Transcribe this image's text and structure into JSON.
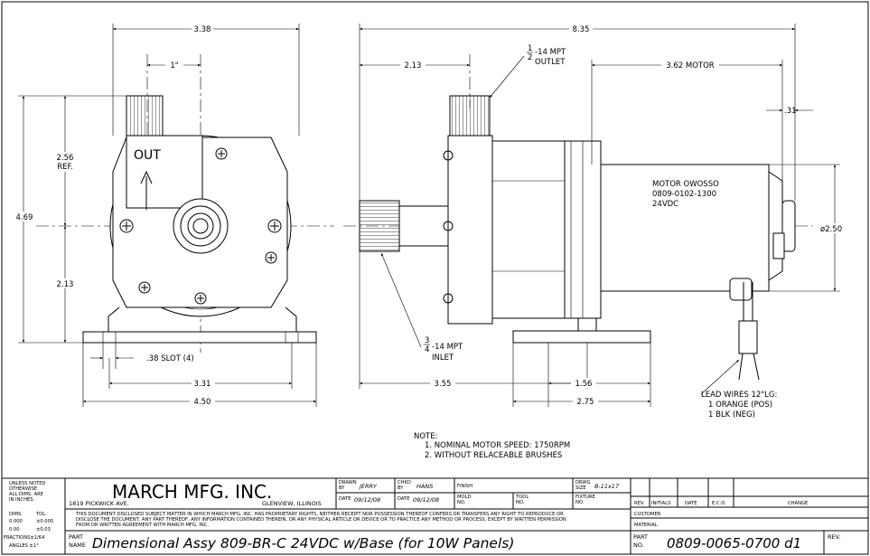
{
  "dimensions": {
    "front_width": "3.38",
    "front_port_offset": "1\"",
    "front_upper_height": "2.56",
    "front_upper_height_ref": "REF.",
    "front_total_height": "4.69",
    "front_lower_height": "2.13",
    "slot": ".38 SLOT (4)",
    "base_slot_span": "3.31",
    "base_width": "4.50",
    "side_total_length": "8.35",
    "side_outlet_offset": "2.13",
    "motor_length": "3.62 MOTOR",
    "motor_end": ".31",
    "motor_dia": "ø2.50",
    "inlet_to_base": "3.55",
    "base_slot_side": "1.56",
    "base_length_side": "2.75"
  },
  "callouts": {
    "outlet_frac_num": "1",
    "outlet_frac_den": "2",
    "outlet_line1": "-14 MPT",
    "outlet_line2": "OUTLET",
    "inlet_frac_num": "3",
    "inlet_frac_den": "4",
    "inlet_line1": "-14 MPT",
    "inlet_line2": "INLET",
    "out_label": "OUT",
    "motor_line1": "MOTOR OWOSSO",
    "motor_line2": "0809-0102-1300",
    "motor_line3": "24VDC",
    "lead_line1": "LEAD WIRES 12\"LG:",
    "lead_line2": "1 ORANGE (POS)",
    "lead_line3": "1 BLK (NEG)"
  },
  "notes": {
    "heading": "NOTE:",
    "items": [
      "1. NOMINAL MOTOR SPEED: 1750RPM",
      "2. WITHOUT RELACEABLE BRUSHES"
    ]
  },
  "title_block": {
    "tol_header": [
      "UNLESS NOTED",
      "OTHERWISE",
      "ALL DIMS. ARE",
      "IN INCHES."
    ],
    "tol_dims_label": "DIMS.",
    "tol_tol_label": "TOL.",
    "tol_rows": [
      [
        "0.000",
        "±0.005"
      ],
      [
        "0.00",
        "±0.03"
      ]
    ],
    "tol_fractions": "FRACTIONS±1/64",
    "tol_angles": "ANGLES ±1°",
    "company": "MARCH MFG. INC.",
    "address": "1819 PICKWICK AVE.",
    "city": "GLENVIEW, ILLINOIS",
    "drawn_label": [
      "DRAWN",
      "BY"
    ],
    "drawn_by": "JERRY",
    "chkd_label": [
      "CHKD",
      "BY"
    ],
    "chkd_by": "HANS",
    "finish_label": "FINISH",
    "drwg_size_label": [
      "DRWG",
      "SIZE"
    ],
    "drwg_size": "B-11x17",
    "date_label": "DATE",
    "date_drawn": "09/12/08",
    "date_chkd": "09/12/08",
    "mold_label": [
      "MOLD",
      "NO."
    ],
    "tool_label": [
      "TOOL",
      "NO."
    ],
    "fixture_label": [
      "FIXTURE",
      "NO."
    ],
    "disclaimer": [
      "THIS DOCUMENT DISCLOSED SUBJECT MATTER IN WHICH MARCH MFG. INC. HAS PROPRIETARY RIGHTS, NEITHER RECEIPT NOR POSSESSION THEREOF CONFERS OR TRANSFERS ANY RIGHT TO REPRODUCE OR",
      "DISCLOSE THE DOCUMENT, ANY PART THEREOF, ANY INFORMATION CONTAINED THEREIN, OR ANY PHYSICAL ARTICLE OR DEVICE OR TO PRACTICE ANY METHOD OR PROCESS, EXCEPT BY WRITTEN PERMISSION",
      "FROM OR WRITTEN AGREEMENT WITH MARCH MFG. INC."
    ],
    "part_name_label": [
      "PART",
      "NAME"
    ],
    "part_name": "Dimensional Assy 809-BR-C 24VDC w/Base (for 10W Panels)",
    "rev_headers": [
      "REV.",
      "INITIALS",
      "DATE",
      "E.C.O.",
      "CHANGE"
    ],
    "customer_label": "CUSTOMER",
    "material_label": "MATERIAL",
    "part_no_label": [
      "PART",
      "NO."
    ],
    "part_no": "0809-0065-0700 d1",
    "rev_label": "REV."
  }
}
